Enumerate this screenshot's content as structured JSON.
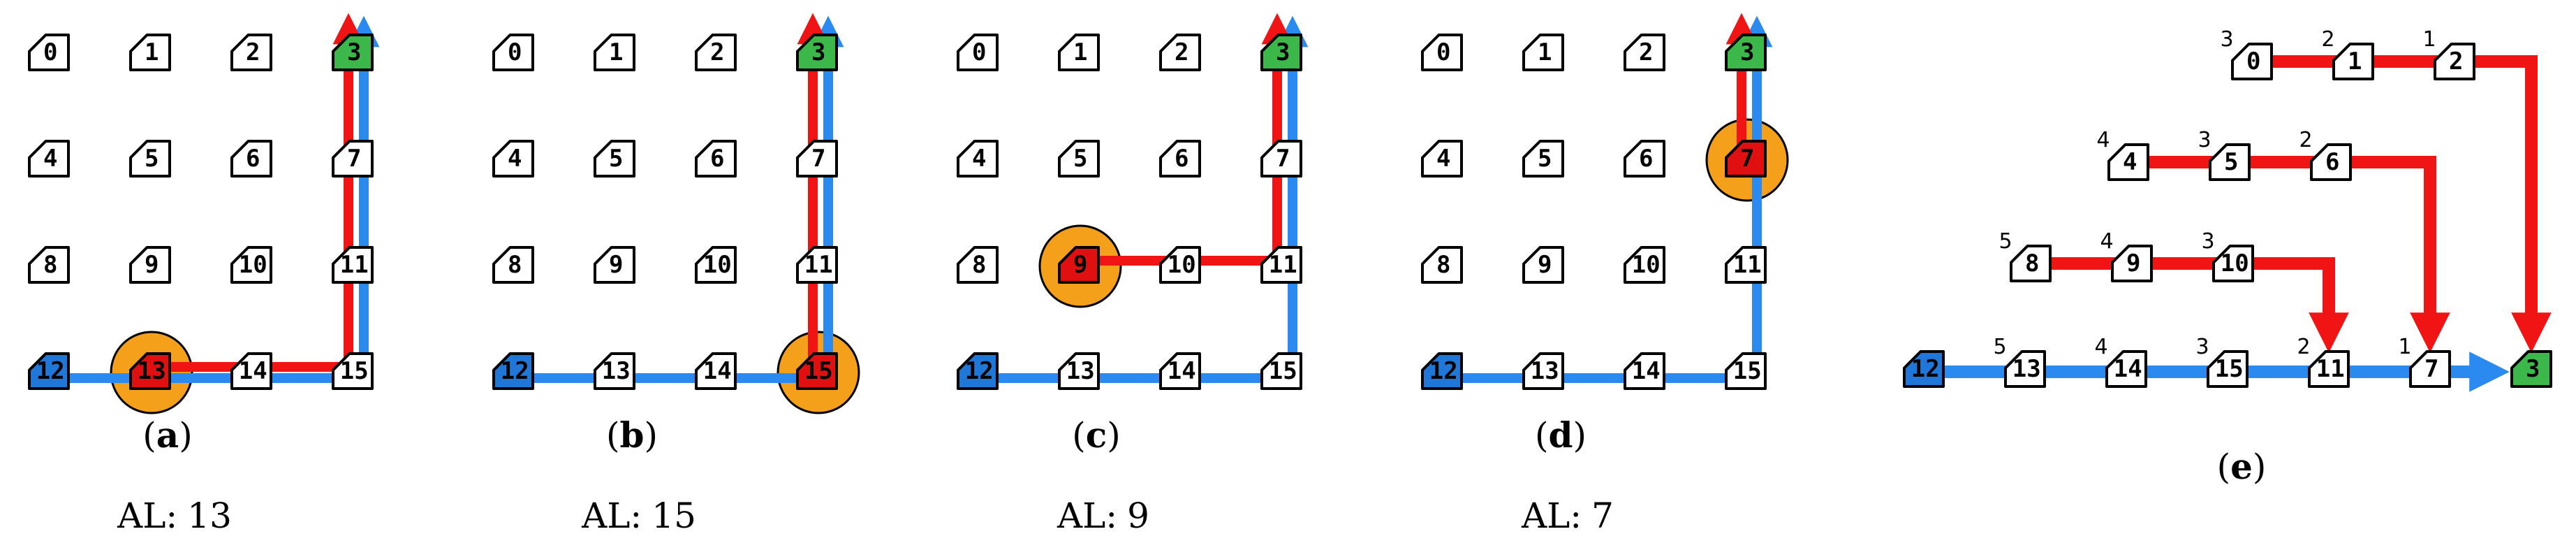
{
  "colors": {
    "node_default": "#ffffff",
    "node_source": "#1f77d8",
    "node_destination": "#3cb84a",
    "node_anchor": "#e01010",
    "path_blue": "#2a8af0",
    "path_red": "#f01414",
    "anchor_circle": "#f5a01a",
    "stroke": "#000000"
  },
  "panels": [
    {
      "id": "a",
      "letter": "a",
      "al_prefix": "AL:",
      "al_value": "13",
      "nodes": [
        "0",
        "1",
        "2",
        "3",
        "4",
        "5",
        "6",
        "7",
        "8",
        "9",
        "10",
        "11",
        "12",
        "13",
        "14",
        "15"
      ],
      "source": "12",
      "destination": "3",
      "anchor": "13",
      "blue_path": [
        "12",
        "13",
        "14",
        "15",
        "11",
        "7",
        "3"
      ],
      "red_path": [
        "13",
        "14",
        "15",
        "11",
        "7",
        "3"
      ]
    },
    {
      "id": "b",
      "letter": "b",
      "al_prefix": "AL:",
      "al_value": "15",
      "nodes": [
        "0",
        "1",
        "2",
        "3",
        "4",
        "5",
        "6",
        "7",
        "8",
        "9",
        "10",
        "11",
        "12",
        "13",
        "14",
        "15"
      ],
      "source": "12",
      "destination": "3",
      "anchor": "15",
      "blue_path": [
        "12",
        "13",
        "14",
        "15",
        "11",
        "7",
        "3"
      ],
      "red_path": [
        "15",
        "11",
        "7",
        "3"
      ]
    },
    {
      "id": "c",
      "letter": "c",
      "al_prefix": "AL:",
      "al_value": "9",
      "nodes": [
        "0",
        "1",
        "2",
        "3",
        "4",
        "5",
        "6",
        "7",
        "8",
        "9",
        "10",
        "11",
        "12",
        "13",
        "14",
        "15"
      ],
      "source": "12",
      "destination": "3",
      "anchor": "9",
      "blue_path": [
        "12",
        "13",
        "14",
        "15",
        "11",
        "7",
        "3"
      ],
      "red_path": [
        "9",
        "10",
        "11",
        "7",
        "3"
      ]
    },
    {
      "id": "d",
      "letter": "d",
      "al_prefix": "AL:",
      "al_value": "7",
      "nodes": [
        "0",
        "1",
        "2",
        "3",
        "4",
        "5",
        "6",
        "7",
        "8",
        "9",
        "10",
        "11",
        "12",
        "13",
        "14",
        "15"
      ],
      "source": "12",
      "destination": "3",
      "anchor": "7",
      "blue_path": [
        "12",
        "13",
        "14",
        "15",
        "11",
        "7",
        "3"
      ],
      "red_path": [
        "7",
        "3"
      ]
    }
  ],
  "panel_e": {
    "letter": "e",
    "source": "12",
    "destination": "3",
    "rows": [
      {
        "nodes": [
          "0",
          "1",
          "2"
        ],
        "hops": [
          "3",
          "2",
          "1"
        ]
      },
      {
        "nodes": [
          "4",
          "5",
          "6"
        ],
        "hops": [
          "4",
          "3",
          "2"
        ]
      },
      {
        "nodes": [
          "8",
          "9",
          "10"
        ],
        "hops": [
          "5",
          "4",
          "3"
        ]
      },
      {
        "nodes": [
          "12",
          "13",
          "14",
          "15",
          "11",
          "7",
          "3"
        ],
        "hops": [
          "",
          "5",
          "4",
          "3",
          "2",
          "1",
          ""
        ]
      }
    ]
  }
}
